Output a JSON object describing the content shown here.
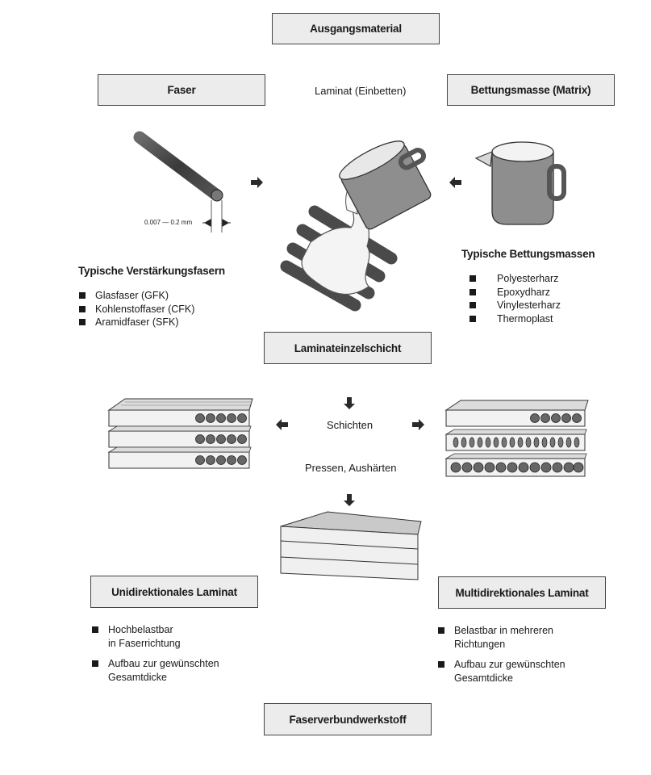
{
  "boxes": {
    "ausgangsmaterial": "Ausgangsmaterial",
    "faser": "Faser",
    "bettungsmasse": "Bettungsmasse (Matrix)",
    "laminateinzelschicht": "Laminateinzelschicht",
    "unidirektional": "Unidirektionales Laminat",
    "multidirektional": "Multidirektionales Laminat",
    "faserverbund": "Faserverbundwerkstoff"
  },
  "labels": {
    "laminat_einbetten": "Laminat (Einbetten)",
    "dimension": "0.007 — 0.2 mm",
    "schichten": "Schichten",
    "pressen": "Pressen, Aushärten"
  },
  "fasern": {
    "heading": "Typische Verstärkungsfasern",
    "items": [
      "Glasfaser (GFK)",
      "Kohlenstoffaser (CFK)",
      "Aramidfaser (SFK)"
    ]
  },
  "bettungsmassen": {
    "heading": "Typische Bettungsmassen",
    "items": [
      "Polyesterharz",
      "Epoxydharz",
      "Vinylesterharz",
      "Thermoplast"
    ]
  },
  "uni_props": [
    "Hochbelastbar\nin Faserrichtung",
    "Aufbau zur gewünschten\nGesamtdicke"
  ],
  "multi_props": [
    "Belastbar in mehreren\nRichtungen",
    "Aufbau zur gewünschten\nGesamtdicke"
  ]
}
